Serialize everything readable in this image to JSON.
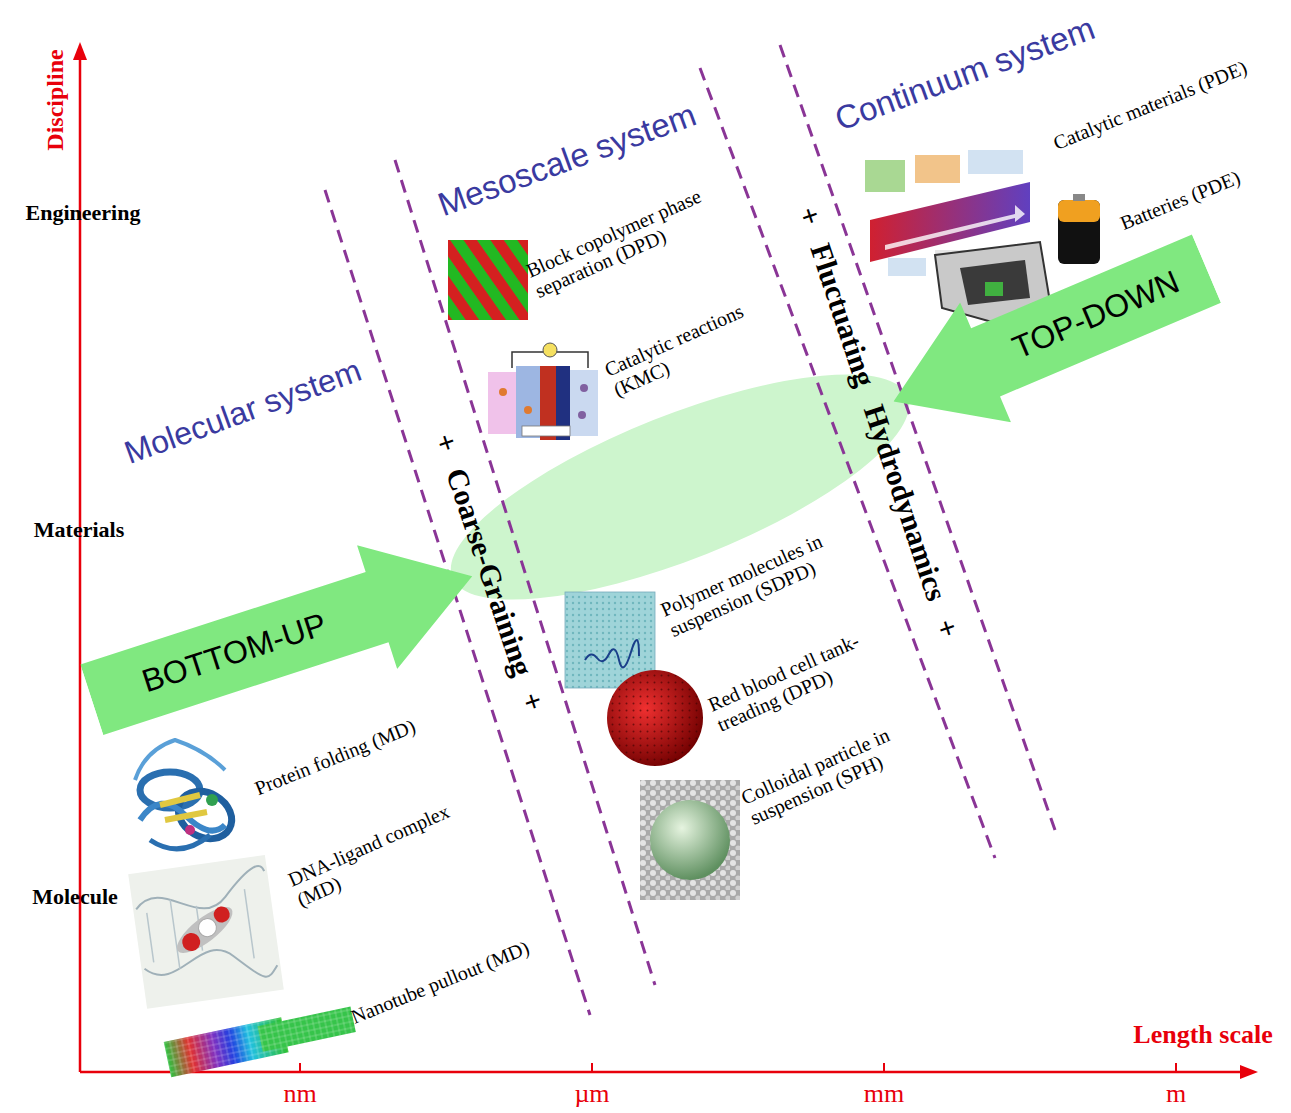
{
  "diagram": {
    "nodes": [
      {
        "text": [
          "BOTTOM-UP"
        ]
      },
      {
        "text": [
          "TOP-DOWN"
        ]
      }
    ],
    "labels": [
      "Discipline",
      "Engineering",
      "Materials",
      "Molecule",
      "Length scale",
      "nm",
      "µm",
      "mm",
      "m",
      "Molecular system",
      "Mesoscale system",
      "Continuum system",
      "+ Coarse-Graining +",
      "+ Fluctuating Hydrodynamics +",
      "Block copolymer phase separation (DPD)",
      "Catalytic reactions (KMC)",
      "Polymer molecules in suspension (SDPD)",
      "Red blood cell tank-treading (DPD)",
      "Colloidal particle in suspension (SPH)",
      "Protein folding (MD)",
      "DNA-ligand complex (MD)",
      "Nanotube pullout (MD)",
      "Catalytic materials (PDE)",
      "Batteries (PDE)"
    ]
  }
}
